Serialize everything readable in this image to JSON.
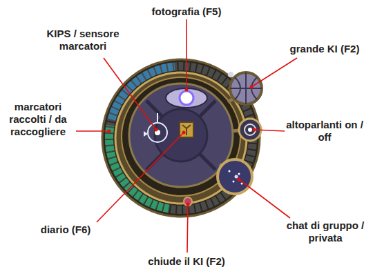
{
  "diagram": {
    "labels": [
      "fotografia (F5)",
      "KIPS / sensore marcatori",
      "grande KI (F2)",
      "marcatori raccolti / da raccogliere",
      "altoparlanti on / off",
      "diario (F6)",
      "chat di gruppo / privata",
      "chiude il KI (F2)"
    ]
  }
}
